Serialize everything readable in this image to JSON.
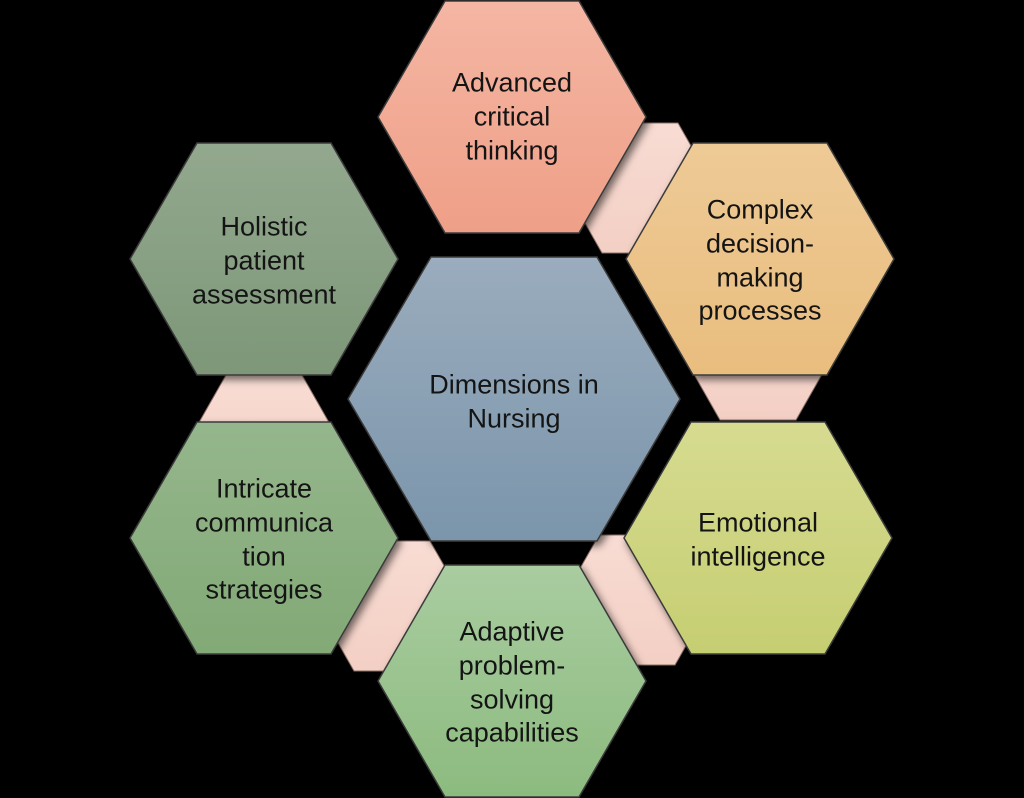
{
  "diagram": {
    "background": "#000000",
    "outline_color": "#3a3a3a",
    "text_color": "#141414",
    "connector": {
      "color_top": "#f8dcd3",
      "color_bottom": "#f3cfc4"
    },
    "center": {
      "label": "Dimensions in\nNursing",
      "color_top": "#9aacbd",
      "color_bottom": "#7b95ab"
    },
    "nodes": [
      {
        "label": "Advanced\ncritical\nthinking",
        "color_top": "#f4b6a3",
        "color_bottom": "#ef9f87"
      },
      {
        "label": "Complex\ndecision-\nmaking\nprocesses",
        "color_top": "#eeca96",
        "color_bottom": "#e9bd7e"
      },
      {
        "label": "Emotional\nintelligence",
        "color_top": "#d6db90",
        "color_bottom": "#c6ce72"
      },
      {
        "label": "Adaptive\nproblem-\nsolving\ncapabilities",
        "color_top": "#a9cca0",
        "color_bottom": "#8cbb7f"
      },
      {
        "label": "Intricate\ncommunica\ntion\nstrategies",
        "color_top": "#95b68c",
        "color_bottom": "#82a976"
      },
      {
        "label": "Holistic\npatient\nassessment",
        "color_top": "#93a88e",
        "color_bottom": "#7d9778"
      }
    ]
  }
}
